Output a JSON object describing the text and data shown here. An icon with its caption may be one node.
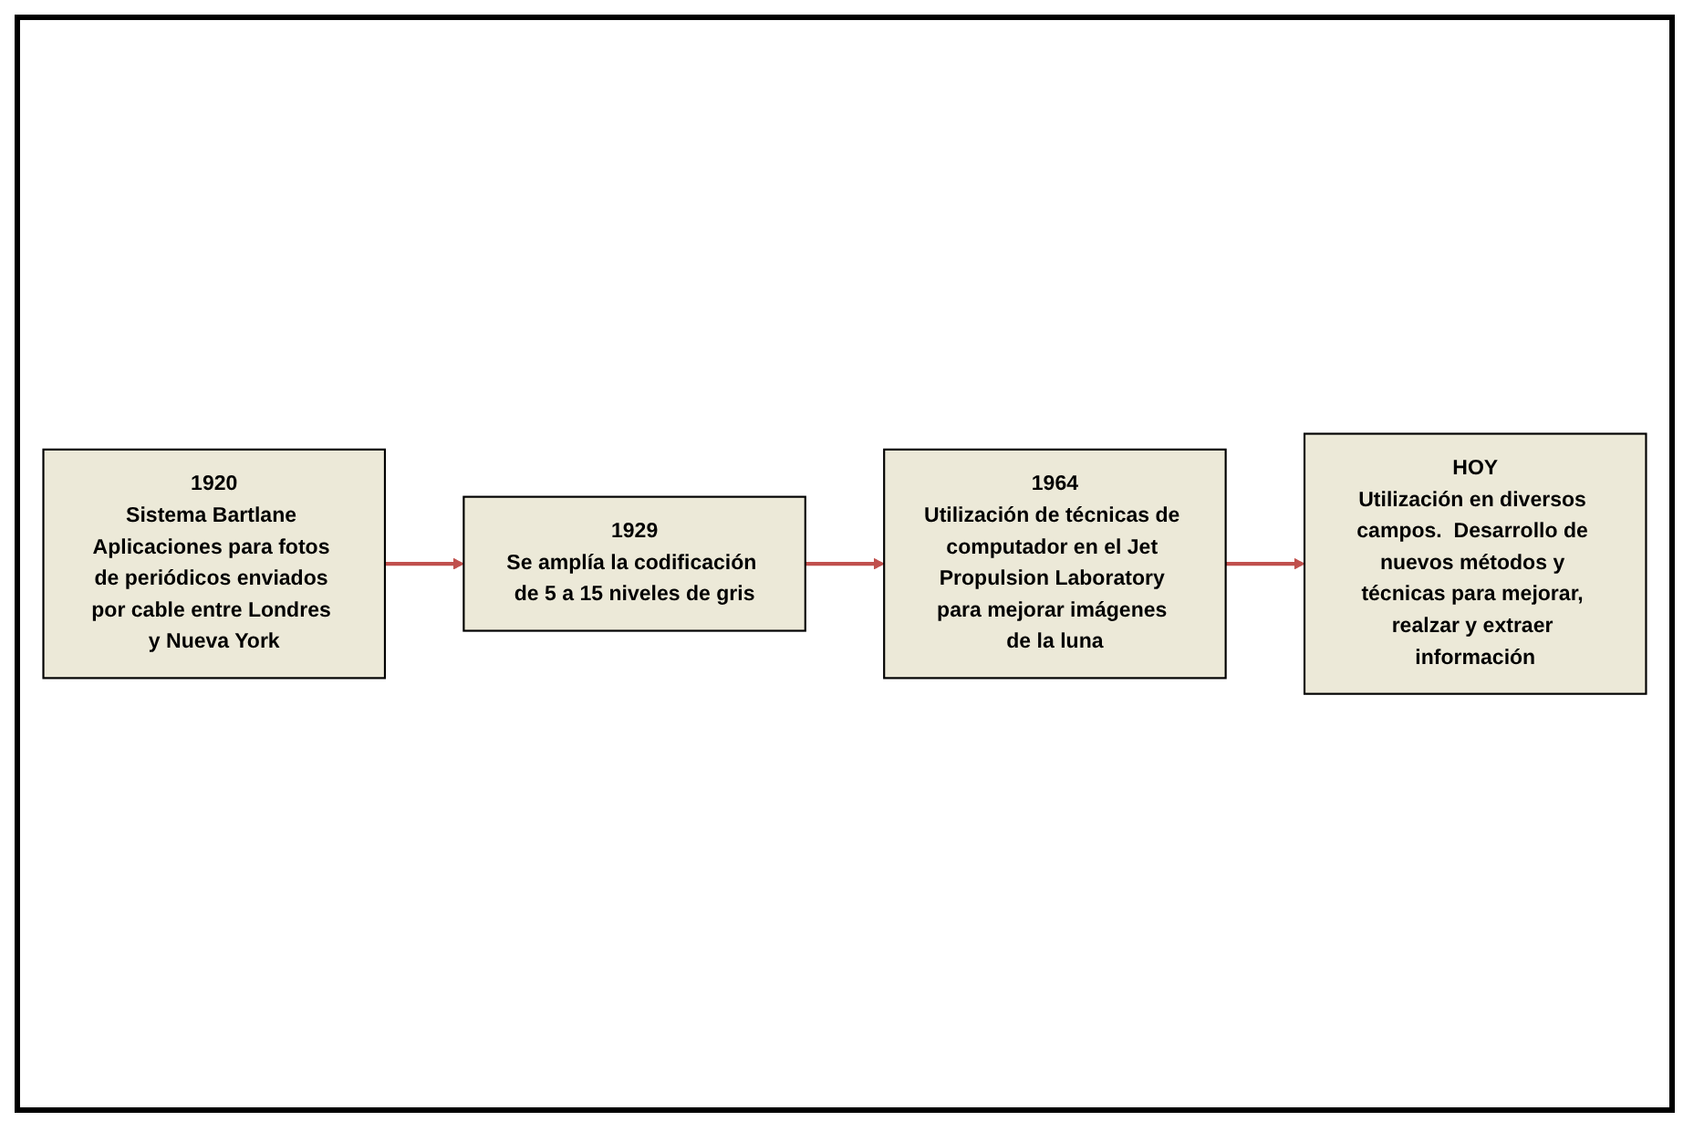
{
  "diagram": {
    "nodes": [
      {
        "text": [
          "1920",
          "Sistema Bartlane Aplicaciones para fotos de periódicos enviados por cable entre Londres y Nueva York"
        ]
      },
      {
        "text": [
          "1929",
          "Se amplía la codificación de 5 a 15 niveles de gris"
        ]
      },
      {
        "text": [
          "HOY",
          "Utilización en diversos campos.  Desarrollo de nuevos métodos y técnicas para mejorar, realzar y extraer información"
        ]
      },
      {
        "text": [
          "1964",
          "Utilización de técnicas de computador en el Jet Propulsion Laboratory para mejorar imágenes de la luna"
        ]
      }
    ],
    "edges": [
      {
        "from": 0,
        "to": 1,
        "arrow": "to"
      },
      {
        "from": 1,
        "to": 3,
        "arrow": "to"
      },
      {
        "from": 3,
        "to": 2,
        "arrow": "to"
      }
    ]
  }
}
